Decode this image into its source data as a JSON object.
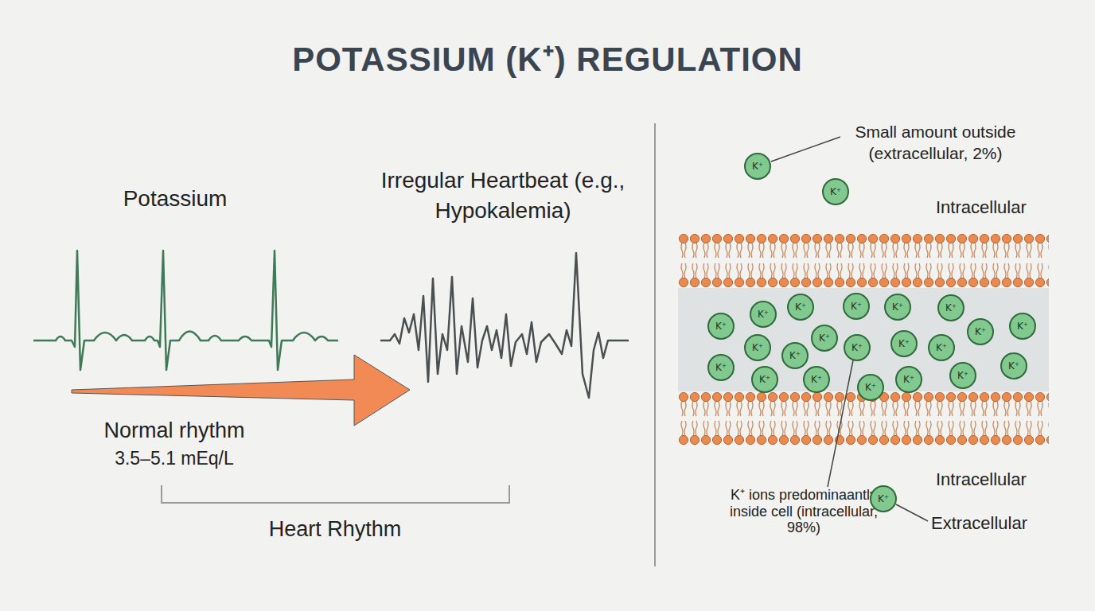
{
  "diagram": {
    "title": "POTASSIUM (K⁺) REGULATION",
    "nodes": [
      {
        "text": [
          "K⁺"
        ]
      },
      {
        "text": [
          "K⁺"
        ]
      },
      {
        "text": [
          "K⁺"
        ]
      },
      {
        "text": [
          "K⁺"
        ]
      },
      {
        "text": [
          "K⁺"
        ]
      },
      {
        "text": [
          "K⁺"
        ]
      },
      {
        "text": [
          "K⁺"
        ]
      },
      {
        "text": [
          "K⁺"
        ]
      },
      {
        "text": [
          "K⁺"
        ]
      },
      {
        "text": [
          "K⁺"
        ]
      },
      {
        "text": [
          "K⁺"
        ]
      },
      {
        "text": [
          "K⁺"
        ]
      },
      {
        "text": [
          "K⁺"
        ]
      },
      {
        "text": [
          "K⁺"
        ]
      },
      {
        "text": [
          "K⁺"
        ]
      },
      {
        "text": [
          "K⁺"
        ]
      },
      {
        "text": [
          "K⁺"
        ]
      },
      {
        "text": [
          "K⁺"
        ]
      },
      {
        "text": [
          "K⁺"
        ]
      },
      {
        "text": [
          "K⁺"
        ]
      },
      {
        "text": [
          "K⁺"
        ]
      },
      {
        "text": [
          "K⁺"
        ]
      },
      {
        "text": [
          "K⁺"
        ]
      },
      {
        "text": [
          "K⁺"
        ]
      }
    ],
    "labels": [
      "Potassium",
      "Irregular Heartbeat (e.g., Hypokalemia)",
      "Normal rhythm",
      "3.5–5.1 mEq/L",
      "Heart Rhythm",
      "Small amount outside (extracellular, 2%)",
      "Intracellular",
      "K⁺ ions predominaantly inside cell (intracellular, 98%)",
      "Intracellular",
      "Extracellular"
    ]
  }
}
